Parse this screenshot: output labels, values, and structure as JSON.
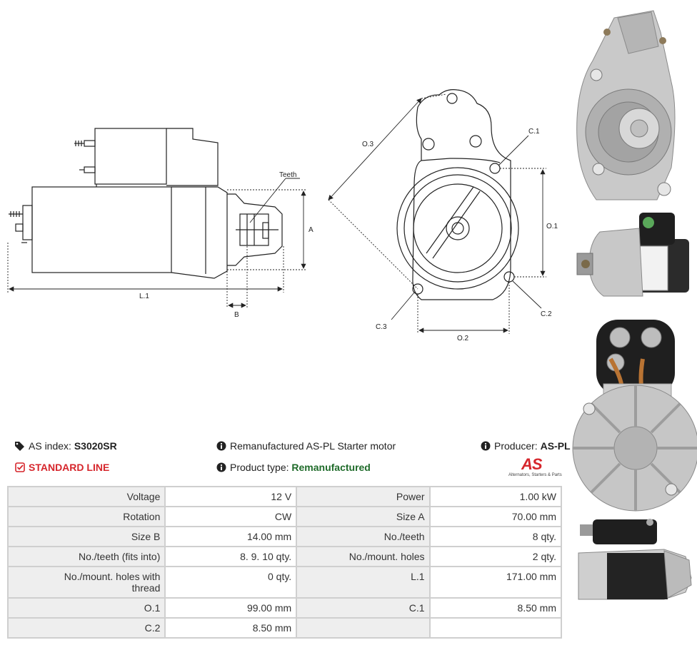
{
  "diagram": {
    "labels": {
      "teeth": "Teeth",
      "a": "A",
      "l1": "L.1",
      "b": "B",
      "o3": "O.3",
      "c1": "C.1",
      "o1": "O.1",
      "c2": "C.2",
      "c3": "C.3",
      "o2": "O.2"
    }
  },
  "info": {
    "as_index_label": "AS index:",
    "as_index_value": "S3020SR",
    "description": "Remanufactured AS-PL Starter motor",
    "producer_label": "Producer:",
    "producer_value": "AS-PL",
    "standard_line": "STANDARD LINE",
    "product_type_label": "Product type:",
    "product_type_value": "Remanufactured",
    "logo_text": "AS",
    "logo_tagline": "Alternators, Starters & Parts"
  },
  "specs": [
    [
      {
        "k": "Voltage",
        "v": "12 V"
      },
      {
        "k": "Power",
        "v": "1.00 kW"
      }
    ],
    [
      {
        "k": "Rotation",
        "v": "CW"
      },
      {
        "k": "Size A",
        "v": "70.00 mm"
      }
    ],
    [
      {
        "k": "Size B",
        "v": "14.00 mm"
      },
      {
        "k": "No./teeth",
        "v": "8 qty."
      }
    ],
    [
      {
        "k": "No./teeth (fits into)",
        "v": "8. 9. 10 qty."
      },
      {
        "k": "No./mount. holes",
        "v": "2 qty."
      }
    ],
    [
      {
        "k": "No./mount. holes with thread",
        "v": "0 qty."
      },
      {
        "k": "L.1",
        "v": "171.00 mm"
      }
    ],
    [
      {
        "k": "O.1",
        "v": "99.00 mm"
      },
      {
        "k": "C.1",
        "v": "8.50 mm"
      }
    ],
    [
      {
        "k": "C.2",
        "v": "8.50 mm"
      },
      {
        "k": "",
        "v": ""
      }
    ]
  ],
  "colors": {
    "standard_line": "#d6262c",
    "product_type": "#1f6b2a",
    "table_border": "#cfcfcf",
    "key_bg": "#eeeeee"
  },
  "icons": {
    "as_index": "tags-icon",
    "description": "info-circle-icon",
    "producer": "info-circle-icon",
    "standard_line": "check-square-icon",
    "product_type": "info-circle-icon"
  }
}
